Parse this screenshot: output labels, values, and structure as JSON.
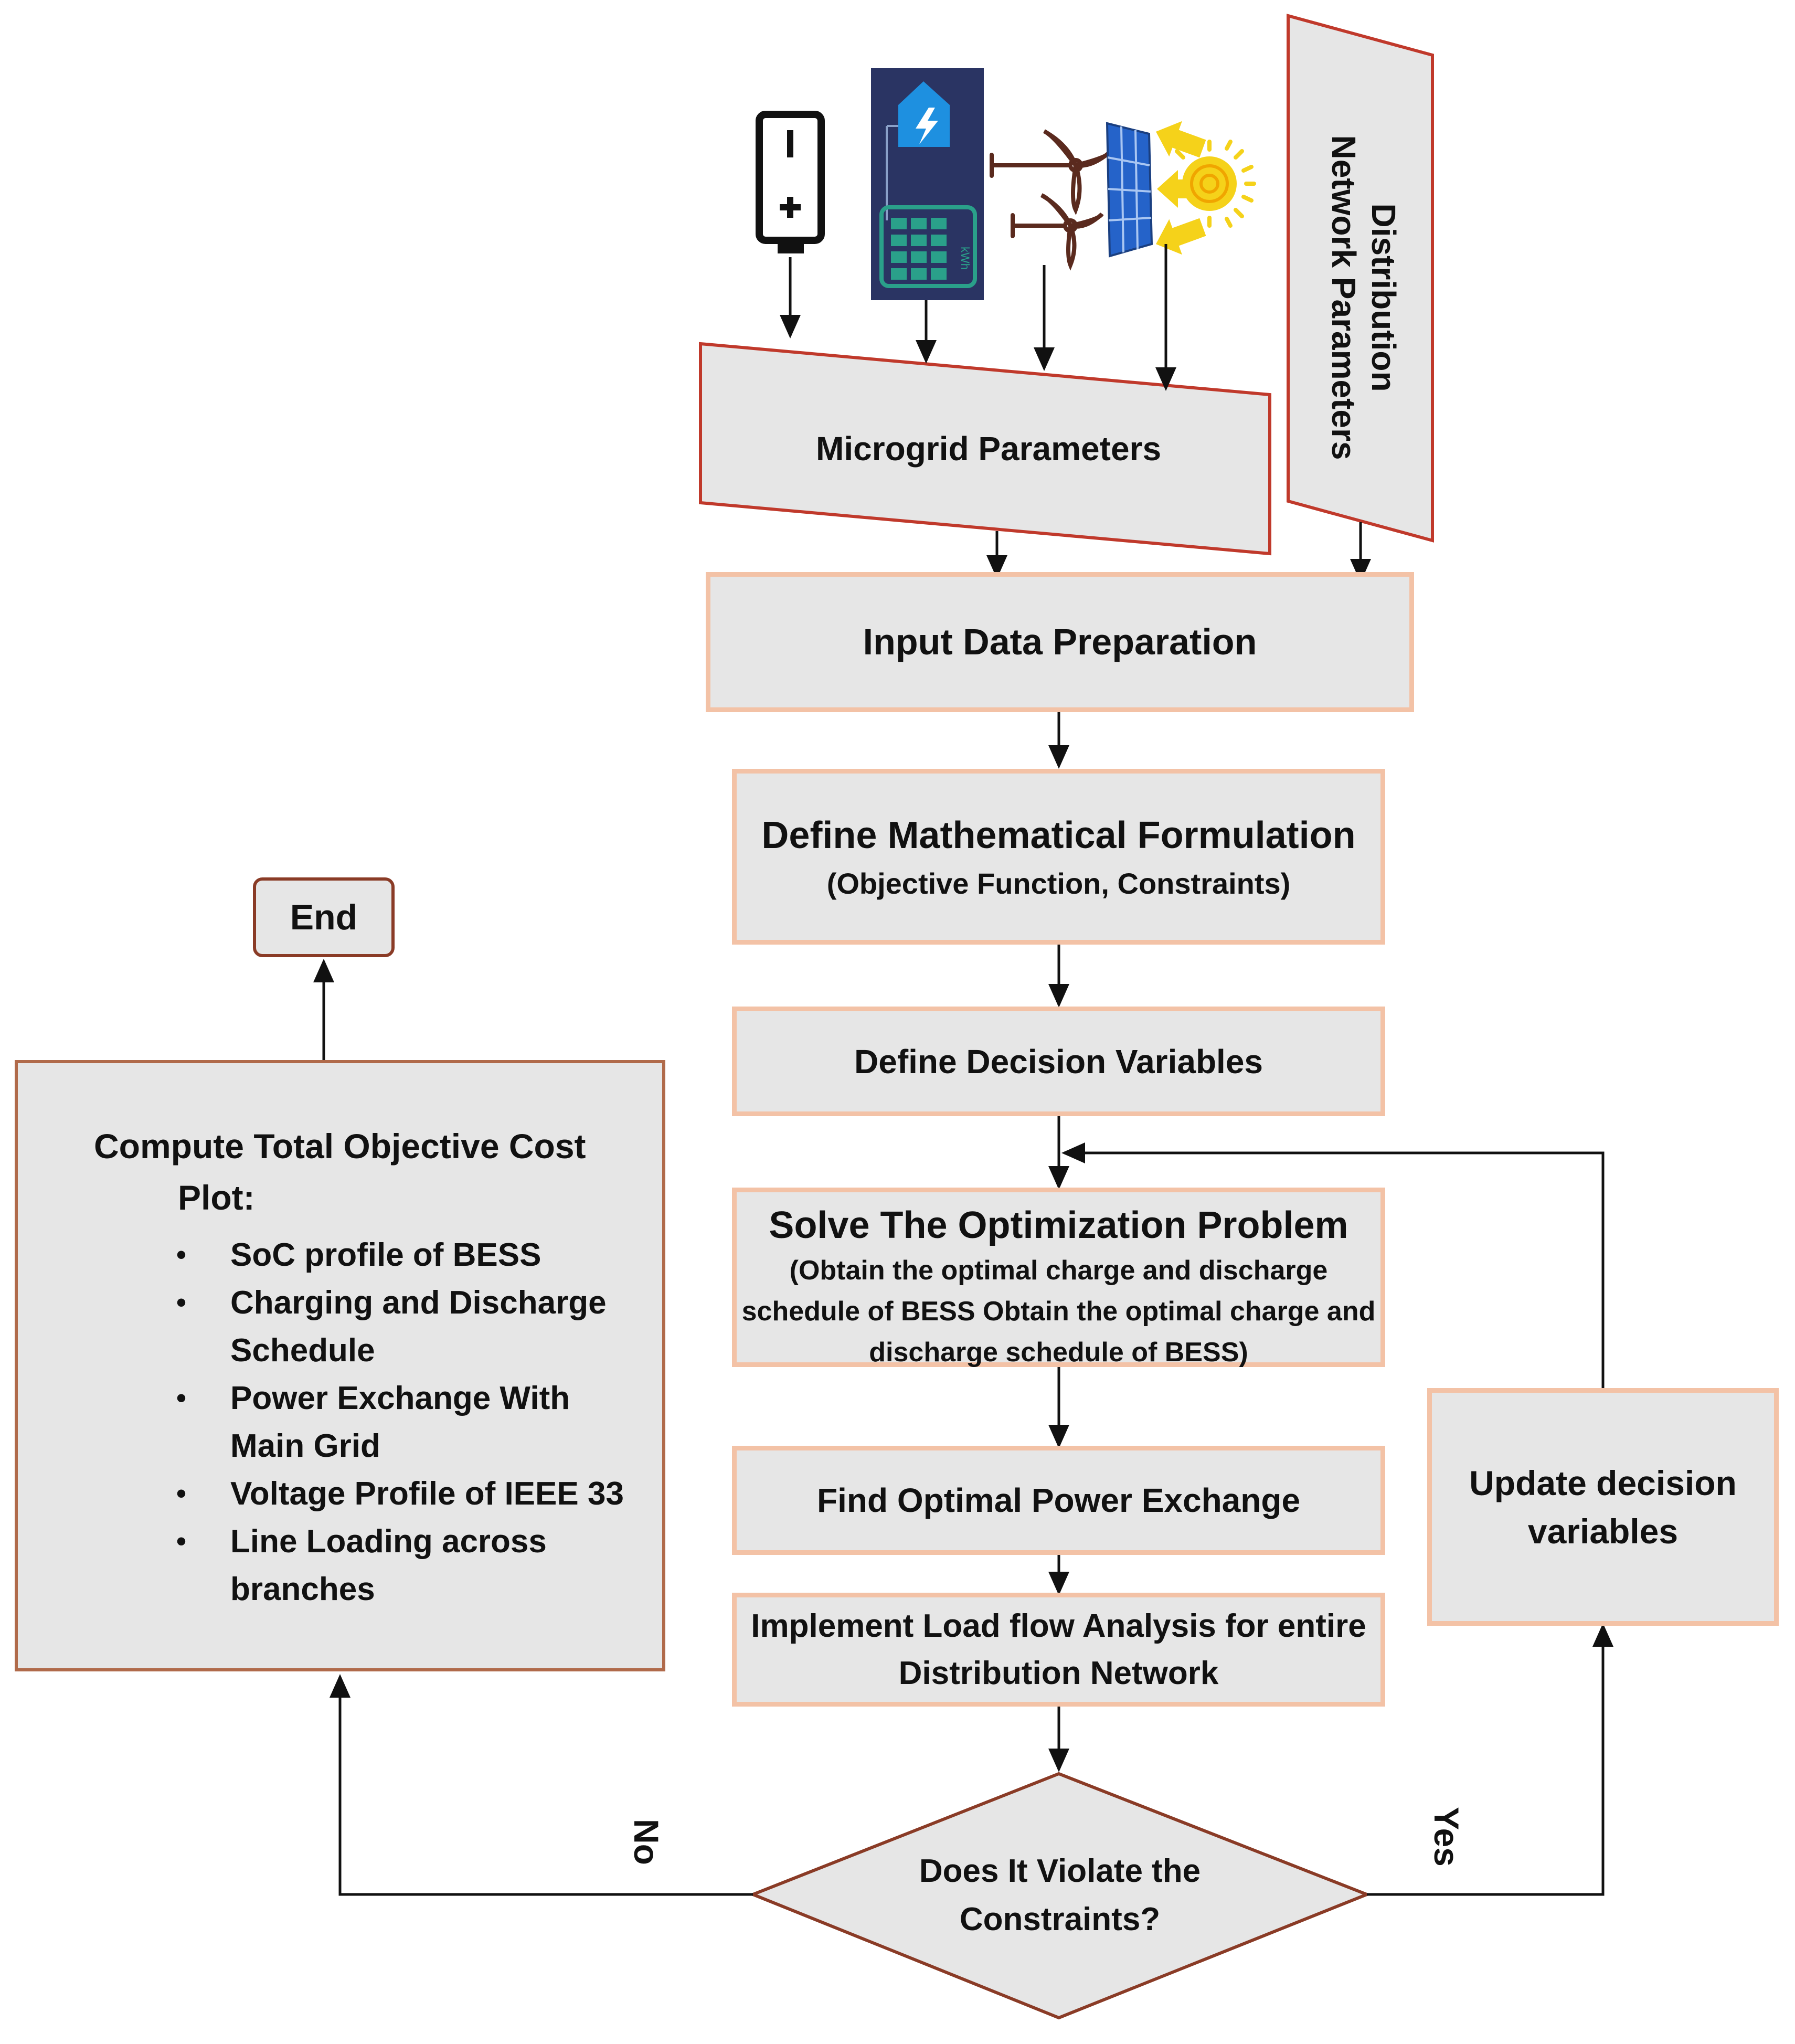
{
  "inputs": {
    "microgrid_parameters": "Microgrid Parameters",
    "distribution_line1": "Distribution",
    "distribution_line2": "Network Parameters",
    "meter_unit": "kWh"
  },
  "steps": {
    "input_data_preparation": "Input Data Preparation",
    "define_formulation_title": "Define Mathematical Formulation",
    "define_formulation_sub": "(Objective Function, Constraints)",
    "define_decision_variables": "Define Decision Variables",
    "solve_title": "Solve The Optimization Problem",
    "solve_sub_line1": "(Obtain the optimal charge and discharge",
    "solve_sub_line2": "schedule of BESS Obtain the optimal charge and",
    "solve_sub_line3": "discharge schedule of BESS)",
    "find_power_exchange": "Find Optimal Power Exchange",
    "load_flow_line1": "Implement Load flow Analysis for entire",
    "load_flow_line2": "Distribution Network",
    "update_line1": "Update decision",
    "update_line2": "variables"
  },
  "decision": {
    "question_line1": "Does It Violate the",
    "question_line2": "Constraints?",
    "yes_label": "Yes",
    "no_label": "No"
  },
  "output": {
    "title": "Compute Total Objective Cost",
    "plot_label": "Plot:",
    "items": [
      "SoC profile of BESS",
      "Charging and Discharge Schedule",
      "Power Exchange With Main Grid",
      "Voltage Profile of IEEE 33",
      "Line Loading across branches"
    ]
  },
  "end_label": "End",
  "colors": {
    "box_fill": "#e6e6e6",
    "box_border": "#f3c2a6",
    "end_border": "#8a3b26",
    "trapezoid_border": "#c0392b",
    "meter_bg": "#2a3463",
    "meter_accent": "#2aa08a",
    "house_blue": "#1e90e0",
    "panel_blue": "#2563c9",
    "sun_yellow": "#f5d21a"
  },
  "icons": [
    "battery-icon",
    "smart-meter-icon",
    "wind-turbine-icon",
    "solar-panel-icon",
    "sun-icon"
  ]
}
